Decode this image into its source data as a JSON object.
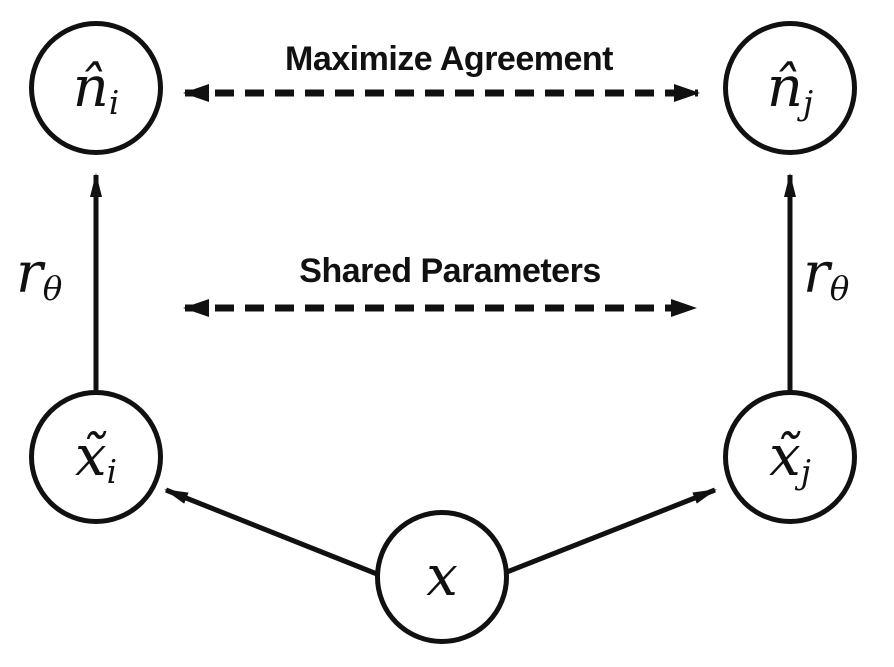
{
  "diagram": {
    "nodes": {
      "n_i": {
        "base": "n̂",
        "sub": "i"
      },
      "n_j": {
        "base": "n̂",
        "sub": "j"
      },
      "x_i": {
        "base": "x̃",
        "sub": "i"
      },
      "x_j": {
        "base": "x̃",
        "sub": "j"
      },
      "x": {
        "base": "x",
        "sub": ""
      }
    },
    "labels": {
      "maximize_agreement": "Maximize Agreement",
      "shared_parameters": "Shared Parameters",
      "encoder_left": {
        "base": "r",
        "sub": "θ"
      },
      "encoder_right": {
        "base": "r",
        "sub": "θ"
      }
    },
    "colors": {
      "ink": "#111111",
      "background": "#ffffff"
    }
  }
}
